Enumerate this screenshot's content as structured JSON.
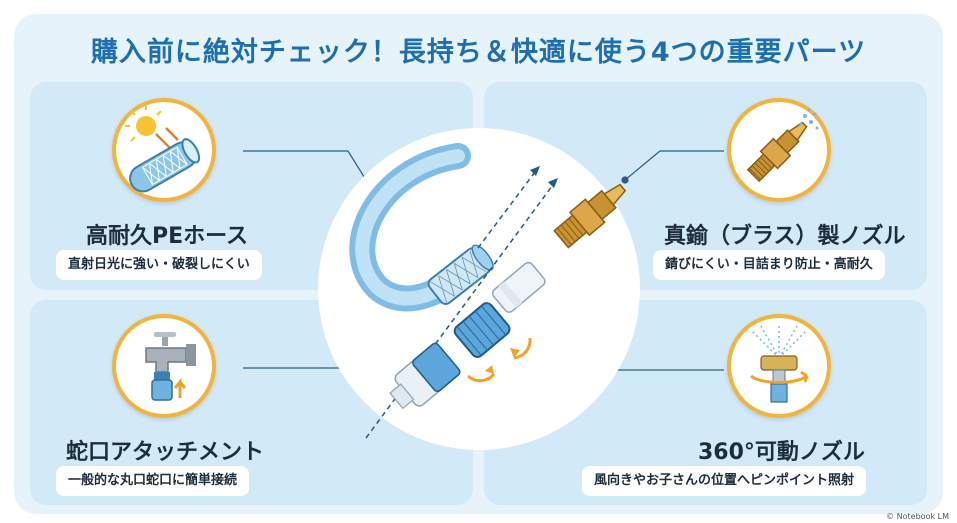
{
  "title": "購入前に絶対チェック！長持ち＆快適に使う4つの重要パーツ",
  "parts": {
    "hose": {
      "name": "高耐久PEホース",
      "desc": "直射日光に強い・破裂しにくい",
      "icon": "hose-sun-icon"
    },
    "nozzle": {
      "name": "真鍮（ブラス）製ノズル",
      "desc": "錆びにくい・目詰まり防止・高耐久",
      "icon": "brass-nozzle-icon"
    },
    "faucet": {
      "name": "蛇口アタッチメント",
      "desc": "一般的な丸口蛇口に簡単接続",
      "icon": "faucet-icon"
    },
    "spray": {
      "name": "360°可動ノズル",
      "desc": "風向きやお子さんの位置へピンポイント照射",
      "icon": "rotating-nozzle-icon"
    }
  },
  "copyright": "© Notebook LM",
  "colors": {
    "title": "#1f6fb0",
    "panel": "#d2e9f7",
    "badge_ring": "#f2b43c",
    "hose": "#9fd0ef",
    "brass": "#d8a43c"
  }
}
